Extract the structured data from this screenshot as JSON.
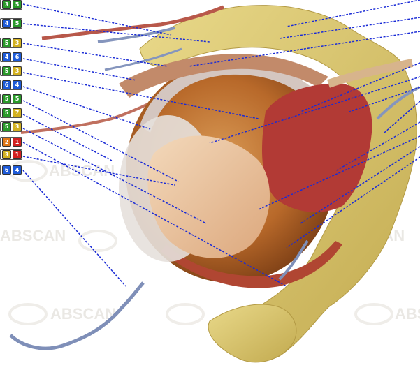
{
  "watermark": {
    "brand": "ABSCAN"
  },
  "colors": {
    "leader_line": "#1a2bd6",
    "bone": "#d9c66a",
    "muscle": "#b23a35",
    "lens": "#e9c7a2",
    "vessel": "#7f8fb8",
    "sclera": "#c8c0bd"
  },
  "label_rows": [
    {
      "badges": [
        {
          "text": "3",
          "color": "#2a9a2a"
        },
        {
          "text": "5",
          "color": "#2a9a2a"
        }
      ]
    },
    {
      "badges": [
        {
          "text": "4",
          "color": "#1e5bd8"
        },
        {
          "text": "5",
          "color": "#2a9a2a"
        }
      ]
    },
    {
      "badges": [
        {
          "text": "5",
          "color": "#2a9a2a"
        },
        {
          "text": "3",
          "color": "#d2b020"
        }
      ]
    },
    {
      "badges": [
        {
          "text": "4",
          "color": "#1e5bd8"
        },
        {
          "text": "6",
          "color": "#1e5bd8"
        }
      ]
    },
    {
      "badges": [
        {
          "text": "5",
          "color": "#2a9a2a"
        },
        {
          "text": "3",
          "color": "#d2b020"
        }
      ]
    },
    {
      "badges": [
        {
          "text": "6",
          "color": "#1e5bd8"
        },
        {
          "text": "4",
          "color": "#1e5bd8"
        }
      ]
    },
    {
      "badges": [
        {
          "text": "5",
          "color": "#2a9a2a"
        },
        {
          "text": "5",
          "color": "#2a9a2a"
        }
      ]
    },
    {
      "badges": [
        {
          "text": "5",
          "color": "#2a9a2a"
        },
        {
          "text": "7",
          "color": "#d2b020"
        }
      ]
    },
    {
      "badges": [
        {
          "text": "5",
          "color": "#2a9a2a"
        },
        {
          "text": "3",
          "color": "#d2b020"
        }
      ]
    },
    {
      "badges": [
        {
          "text": "2",
          "color": "#e07818"
        },
        {
          "text": "1",
          "color": "#d22020"
        }
      ]
    },
    {
      "badges": [
        {
          "text": "3",
          "color": "#d2b020"
        },
        {
          "text": "1",
          "color": "#d22020"
        }
      ]
    },
    {
      "badges": [
        {
          "text": "6",
          "color": "#1e5bd8"
        },
        {
          "text": "4",
          "color": "#1e5bd8"
        }
      ]
    }
  ]
}
